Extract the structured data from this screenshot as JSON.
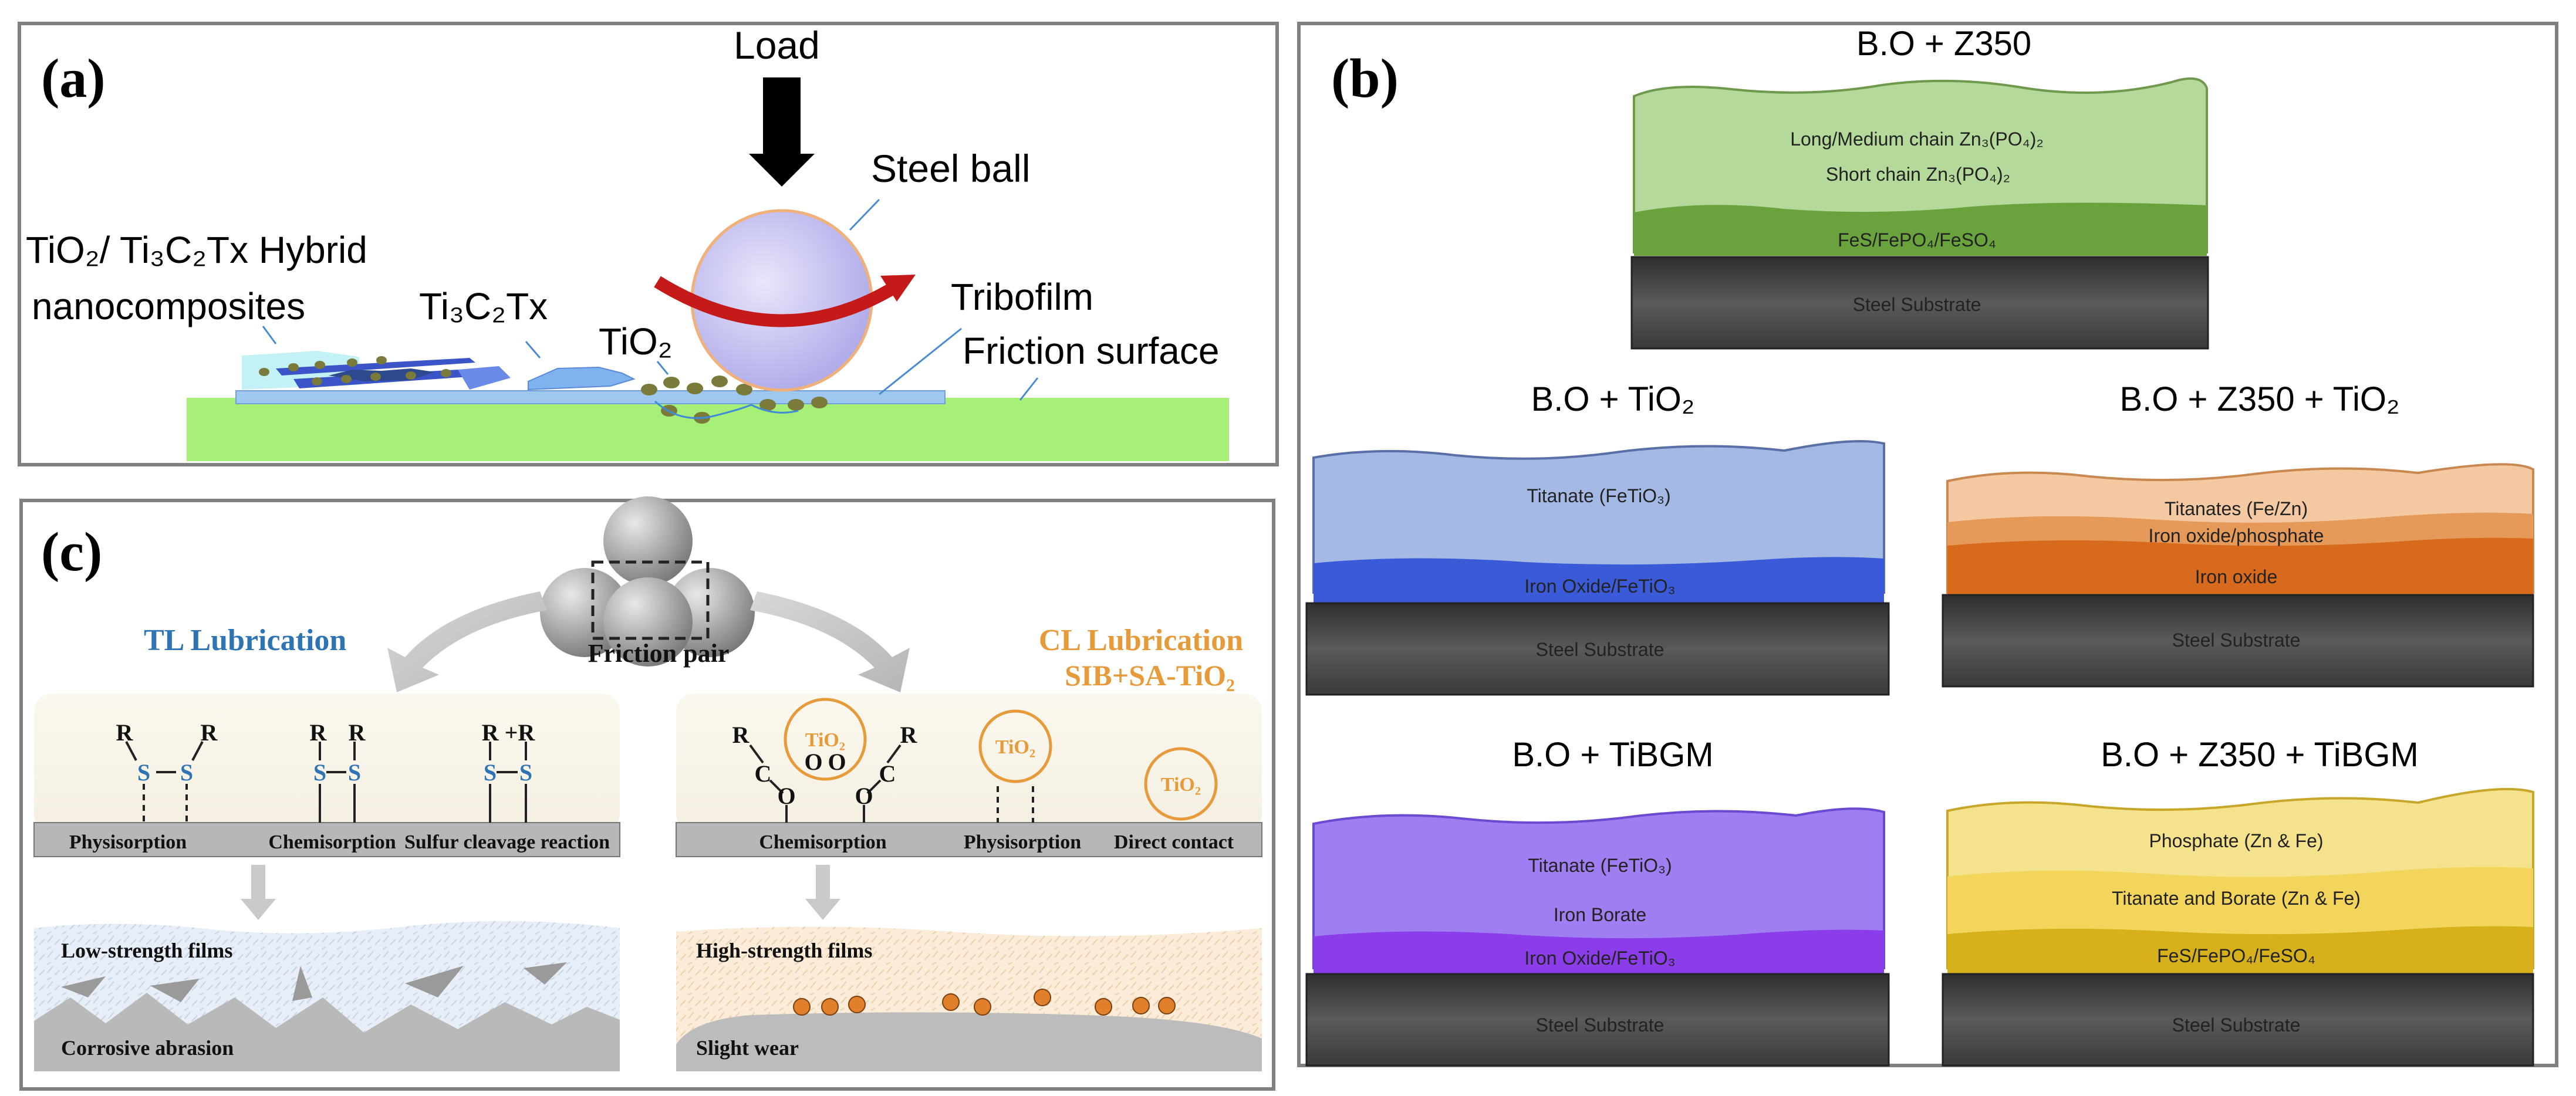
{
  "panel_a": {
    "label": "(a)",
    "load": "Load",
    "steel_ball": "Steel ball",
    "hybrid_line1": "TiO₂/ Ti₃C₂Tx Hybrid",
    "hybrid_line2": "nanocomposites",
    "ti3c2tx": "Ti₃C₂Tx",
    "tio2": "TiO₂",
    "tribofilm": "Tribofilm",
    "friction_surface": "Friction surface"
  },
  "panel_b": {
    "label": "(b)",
    "z350": {
      "title": "B.O + Z350",
      "layer_top": "Long/Medium chain Zn₃(PO₄)₂",
      "layer_mid": "Short chain Zn₃(PO₄)₂",
      "layer_bottom": "FeS/FePO₄/FeSO₄",
      "substrate": "Steel Substrate"
    },
    "tio2": {
      "title": "B.O + TiO₂",
      "layer_top": "Titanate (FeTiO₃)",
      "layer_bottom": "Iron Oxide/FeTiO₃",
      "substrate": "Steel Substrate"
    },
    "z350_tio2": {
      "title": "B.O + Z350 + TiO₂",
      "layer_top": "Titanates (Fe/Zn)",
      "layer_mid": "Iron oxide/phosphate",
      "layer_bottom": "Iron oxide",
      "substrate": "Steel Substrate"
    },
    "tibgm": {
      "title": "B.O + TiBGM",
      "layer_top": "Titanate (FeTiO₃)",
      "layer_mid": "Iron Borate",
      "layer_bottom": "Iron Oxide/FeTiO₃",
      "substrate": "Steel Substrate"
    },
    "z350_tibgm": {
      "title": "B.O + Z350 + TiBGM",
      "layer_top": "Phosphate (Zn & Fe)",
      "layer_mid": "Titanate and Borate (Zn & Fe)",
      "layer_bottom": "FeS/FePO₄/FeSO₄",
      "substrate": "Steel Substrate"
    }
  },
  "panel_c": {
    "label": "(c)",
    "friction_pair": "Friction pair",
    "tl_title": "TL Lubrication",
    "cl_title": "CL Lubrication",
    "cl_subtitle": "SIB+SA-TiO₂",
    "left_labels": [
      "Physisorption",
      "Chemisorption",
      "Sulfur cleavage reaction"
    ],
    "right_labels": [
      "Chemisorption",
      "Physisorption",
      "Direct contact"
    ],
    "r": "R",
    "rr": "R +R",
    "s": "S",
    "c": "C",
    "o": "O",
    "tio2": "TiO₂",
    "low_strength": "Low-strength films",
    "corrosive": "Corrosive abrasion",
    "high_strength": "High-strength films",
    "slight_wear": "Slight wear"
  },
  "colors": {
    "green_film": "#a9d18e",
    "blue_film": "#a4b9e3",
    "orange_film": "#f4c9a2",
    "purple_film": "#9e7ef0",
    "yellow_film": "#f5e28c",
    "substrate": "#3f3f3f",
    "tl_blue": "#2e74b5",
    "cl_orange": "#e69a3a"
  }
}
